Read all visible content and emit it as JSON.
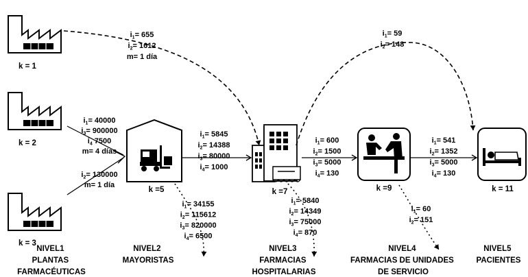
{
  "nodes": {
    "plant1": {
      "k": "k = 1"
    },
    "plant2": {
      "k": "k = 2"
    },
    "plant3": {
      "k": "k = 3"
    },
    "wholesaler": {
      "k": "k =5"
    },
    "hospital_pharmacy": {
      "k": "k =7"
    },
    "service_pharmacy": {
      "k": "k =9"
    },
    "patients": {
      "k": "k = 11"
    }
  },
  "flows": {
    "p1_to_hosp": [
      {
        "var": "i",
        "sub": "1",
        "val": "= 655"
      },
      {
        "var": "i",
        "sub": "2",
        "val": "= 1612"
      },
      {
        "var": "m",
        "sub": "",
        "val": "= 1 día"
      }
    ],
    "p2_to_wholesaler": [
      {
        "var": "i",
        "sub": "1",
        "val": "= 40000"
      },
      {
        "var": "i",
        "sub": "3",
        "val": "= 900000"
      },
      {
        "var": "i",
        "sub": "4",
        "val": " 7500"
      },
      {
        "var": "m",
        "sub": "",
        "val": "= 4 días"
      }
    ],
    "p3_to_wholesaler": [
      {
        "var": "i",
        "sub": "2",
        "val": "= 130000"
      },
      {
        "var": "m",
        "sub": "",
        "val": "= 1 día"
      }
    ],
    "wholesaler_to_hosp": [
      {
        "var": "i",
        "sub": "1",
        "val": "= 5845"
      },
      {
        "var": "i",
        "sub": "2",
        "val": "= 14388"
      },
      {
        "var": "i",
        "sub": "3",
        "val": "= 80000"
      },
      {
        "var": "i",
        "sub": "4",
        "val": "= 1000"
      }
    ],
    "wholesaler_stock": [
      {
        "var": "i",
        "sub": "1",
        "val": "= 34155"
      },
      {
        "var": "i",
        "sub": "2",
        "val": "= 115612"
      },
      {
        "var": "i",
        "sub": "3",
        "val": "= 820000"
      },
      {
        "var": "i",
        "sub": "4",
        "val": "= 6500"
      }
    ],
    "hosp_to_service": [
      {
        "var": "i",
        "sub": "1",
        "val": "= 600"
      },
      {
        "var": "i",
        "sub": "2",
        "val": "= 1500"
      },
      {
        "var": "i",
        "sub": "3",
        "val": "= 5000"
      },
      {
        "var": "i",
        "sub": "4",
        "val": "= 130"
      }
    ],
    "hosp_stock": [
      {
        "var": "i",
        "sub": "1",
        "val": "= 5840"
      },
      {
        "var": "i",
        "sub": "2",
        "val": "= 14349"
      },
      {
        "var": "i",
        "sub": "3",
        "val": "= 75000"
      },
      {
        "var": "i",
        "sub": "4",
        "val": "= 870"
      }
    ],
    "hosp_to_patients": [
      {
        "var": "i",
        "sub": "1",
        "val": "= 59"
      },
      {
        "var": "i",
        "sub": "2",
        "val": "= 148"
      }
    ],
    "service_to_patients": [
      {
        "var": "i",
        "sub": "1",
        "val": "= 541"
      },
      {
        "var": "i",
        "sub": "2",
        "val": "= 1352"
      },
      {
        "var": "i",
        "sub": "3",
        "val": "= 5000"
      },
      {
        "var": "i",
        "sub": "4",
        "val": "= 130"
      }
    ],
    "service_stock": [
      {
        "var": "i",
        "sub": "1",
        "val": "= 60"
      },
      {
        "var": "i",
        "sub": "2",
        "val": "= 151"
      }
    ]
  },
  "levels": {
    "l1": [
      "NIVEL1",
      "PLANTAS",
      "FARMACÉUTICAS"
    ],
    "l2": [
      "NIVEL2",
      "MAYORISTAS"
    ],
    "l3": [
      "NIVEL3",
      "FARMACIAS",
      "HOSPITALARIAS"
    ],
    "l4": [
      "NIVEL4",
      "FARMACIAS DE UNIDADES",
      "DE SERVICIO"
    ],
    "l5": [
      "NIVEL5",
      "PACIENTES"
    ]
  }
}
